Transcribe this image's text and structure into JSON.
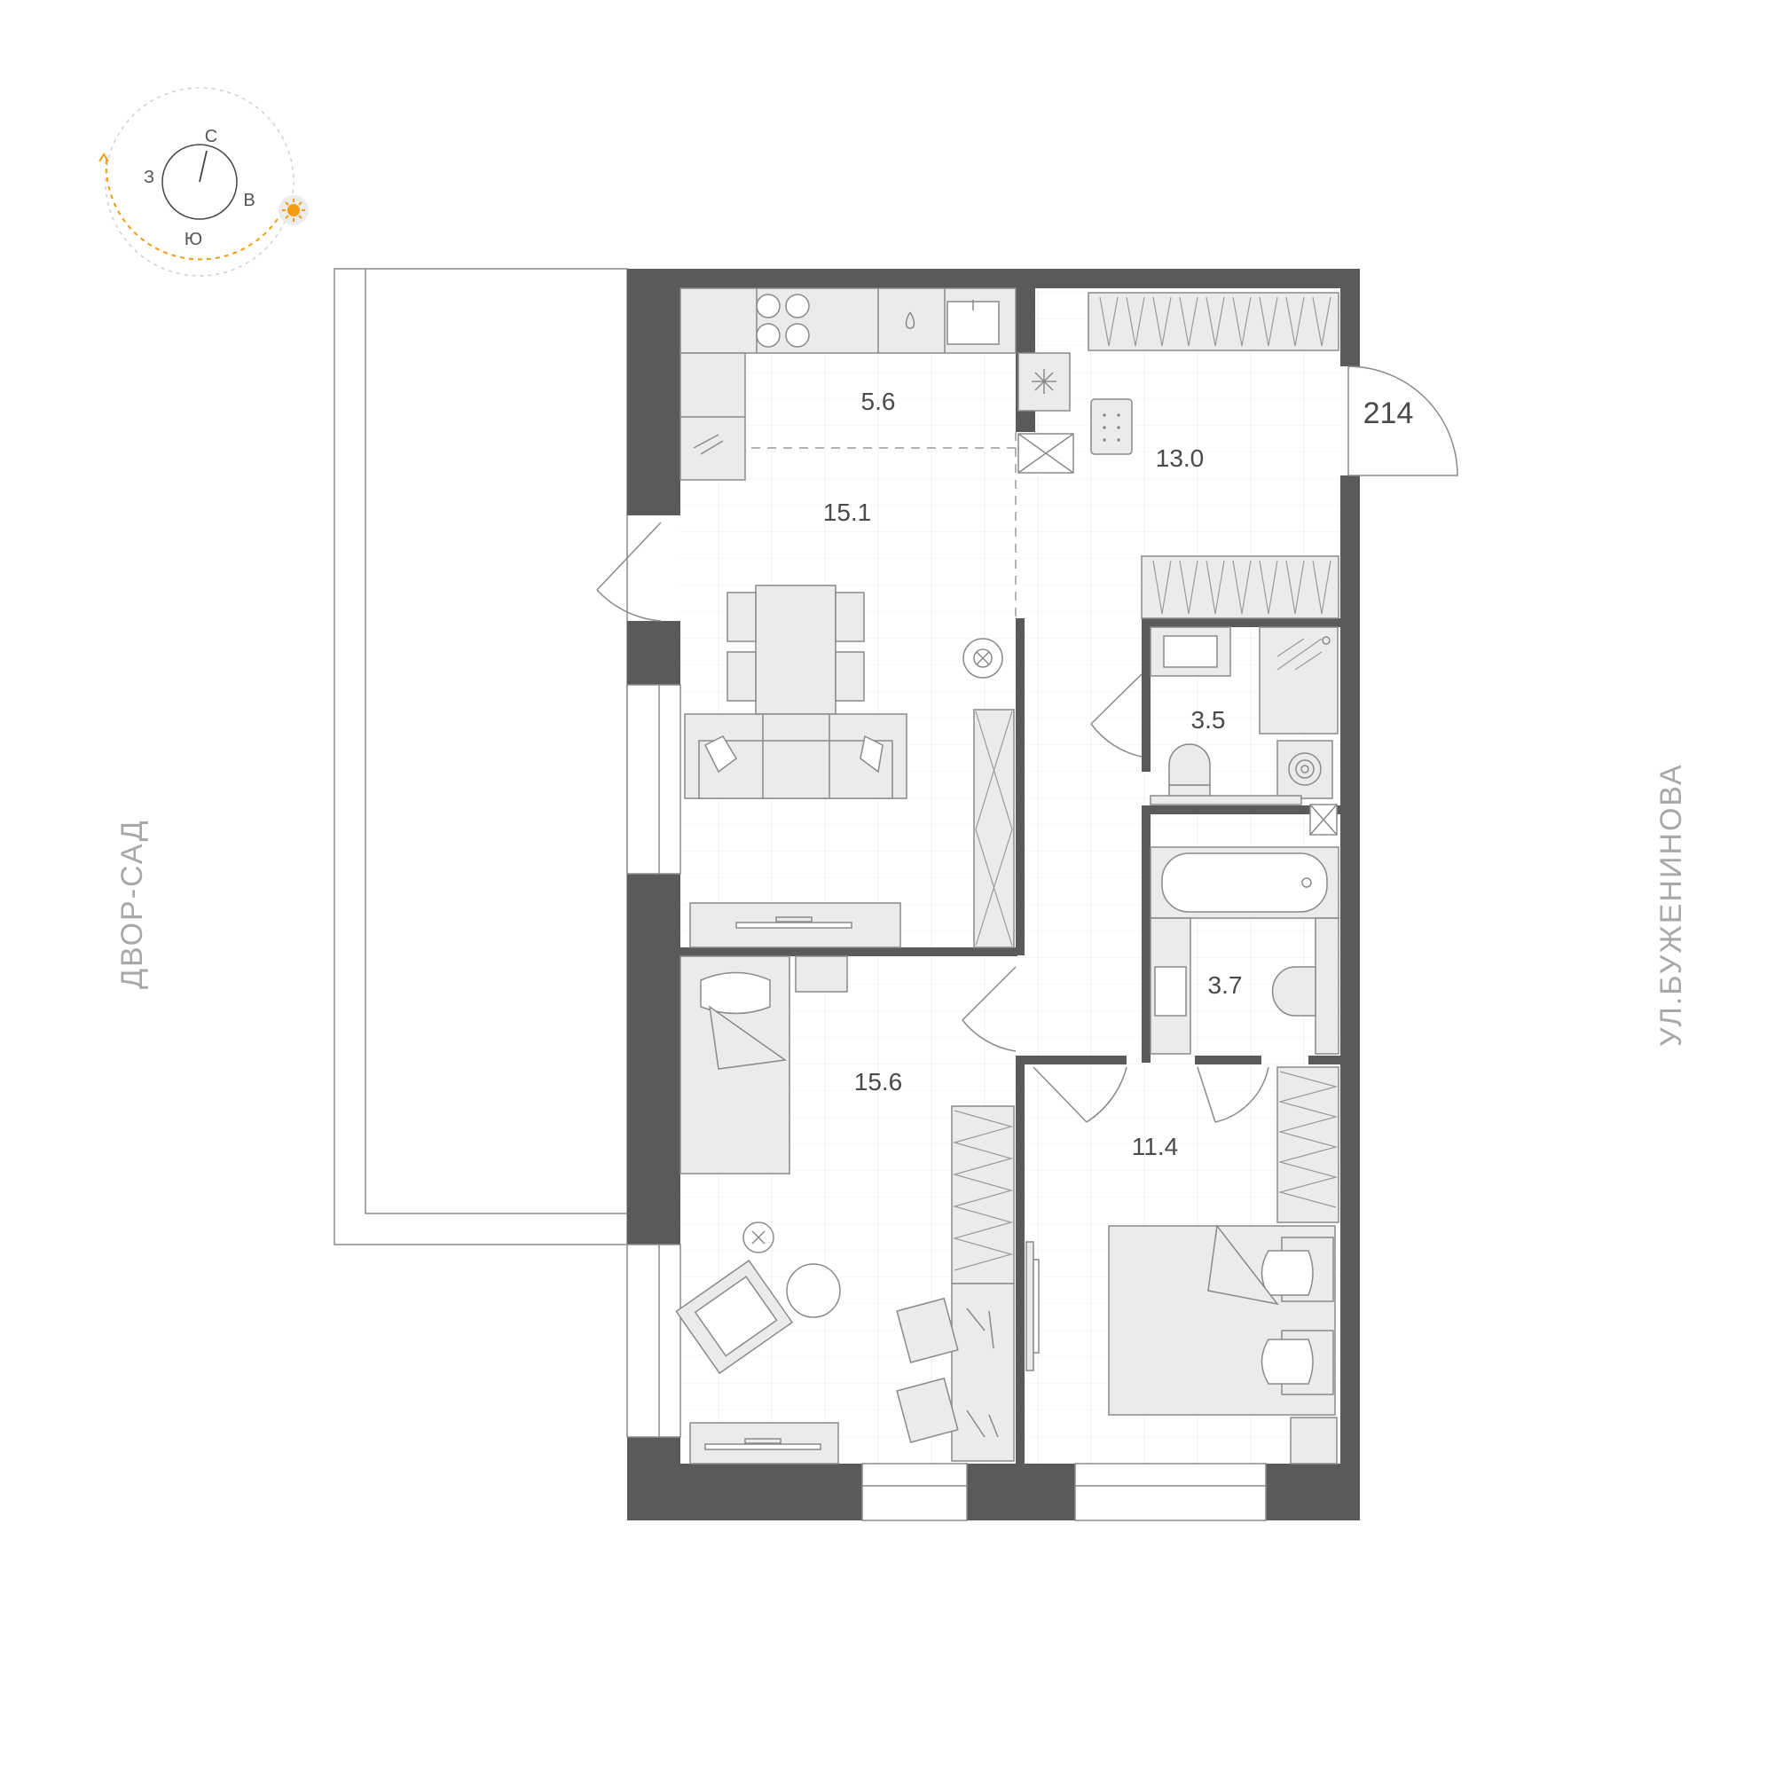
{
  "apartment_number": "214",
  "compass": {
    "north": "С",
    "south": "Ю",
    "east": "В",
    "west": "З",
    "sun_icon": "sun-icon",
    "sun_color": "#f39c12",
    "path_color": "#f39c12"
  },
  "streets": {
    "left": "ДВОР-САД",
    "right": "УЛ.БУЖЕНИНОВА"
  },
  "rooms": {
    "kitchen": "5.6",
    "living": "15.1",
    "hall": "13.0",
    "bath_small": "3.5",
    "bath_large": "3.7",
    "bedroom_left": "15.6",
    "bedroom_right": "11.4"
  },
  "colors": {
    "wall": "#5a5a5a",
    "furniture": "#ebebeb",
    "label": "#4a4a4a",
    "street": "#a8a8a8"
  }
}
